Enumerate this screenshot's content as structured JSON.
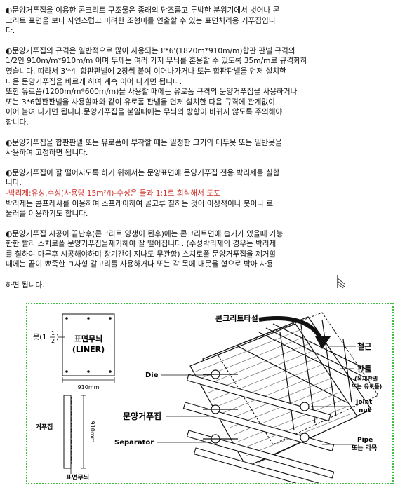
{
  "paragraphs": {
    "p1": [
      "◐문양거푸집을 이용한 콘크리트 구조물은 종래의 단조롭고 투박한 분위기에서 벗어나 콘",
      "크리트 표면을 보다 자연스럽고 미려한 조형미를 연출할 수 있는 표면처리용 거푸집입니",
      "다."
    ],
    "p2": [
      "◐문양거푸집의 규격은 일반적으로 많이 사용되는3'*6'(1820m*910m/m)합판 판넬 규격의",
      "1/2인 910m/m*910m/m 이며 두께는 여러 가지 무늬를 혼용할 수 있도록 35m/m로 규격화하",
      "였습니다. 따라서 3'*4' 합판판넬에 2장씩 붙여 이어나가거나 또는 합판판넬을 먼저 설치한",
      "다음 문양거푸집을 바르게 하여 계속 이어 나가면 됩니다.",
      "  또한 유로폼(1200m/m*600m/m)을 사용할 때에는 유로폼 규격의 문양거푸집을 사용하거나",
      "또는 3*6합판판넬을   사용할때와 같이 유로폼 판넬을 먼저 설치한 다음 규격에 관계없이",
      "이어 붙여 나가면 됩니다.문양거푸집을 붙일때에는 무늬의 방향이 바뀌지 않도록 주의해야",
      "합니다."
    ],
    "p3": [
      "◐문양거푸집을 합판판넬 또는 유로폼에 부착할 때는 일정한 크기의 대두못 또는 일반못을",
      "사용하여 고정하면   됩니다."
    ],
    "p4": [
      "◐문양거푸집이 잘 떨어지도록 하기 위해서는 문양표면에 문양거푸집 전용 박리제를 칠합",
      "니다."
    ],
    "p4_red": "  -박리제:유성.수성(사용량 15m²/l)-수성은 물과 1:1로 희석해서 도포",
    "p4_tail": [
      "  박리제는 콤프레샤를 이용하여 스프레이하여 골고루 칠하는 것이 이상적이나 붓이나 로",
      "울러를 이용하기도   합니다."
    ],
    "p5": [
      "◐문양거푸집 시공이 끝난후(콘크리트 양생이 된후)에는 콘크리트면에 습기가 있을때 가능",
      "한한 빨리 스치로폴  문양거푸집을제거해야 잘 떨어집니다. (수성박리제의 경우는 박리제",
      "를 칠하여 마른후 시공해야하며 장기간이  지나도 무관함) 스치로폴 문양거푸집을 제거할",
      "때에는 끝이 뾰족한 ㄱ자형 갈고리를 사용하거나 또는 각 목에 대못을     형으로 박아 사용",
      "",
      "하면 됩니다."
    ]
  },
  "figure": {
    "nail_label": "못(1",
    "nail_frac_num": "1",
    "nail_frac_den": "2",
    "nail_label_close": ")",
    "panel_label_1": "표면무늬",
    "panel_label_2": "(LINER)",
    "dim_910_h": "910mm",
    "dim_910_v": "910mm",
    "side_label": "거푸집",
    "side_bottom_label": "표면무늬",
    "concrete_pour": "콘크리트타설",
    "rebar": "철근",
    "form_1": "판틀",
    "form_2": "(옥재판넬",
    "form_3": "또는 유로폼)",
    "die": "Die",
    "pattern_form": "문양거푸집",
    "joint_1": "Joint",
    "joint_2": "nut",
    "separator": "Separator",
    "pipe_1": "Pipe",
    "pipe_2": "또는 각목"
  },
  "colors": {
    "border": "#3fbf3f",
    "red_text": "#d0302a"
  }
}
